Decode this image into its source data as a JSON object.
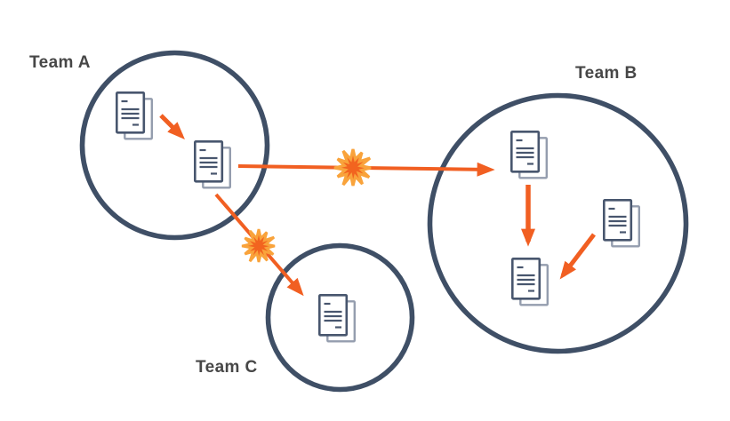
{
  "teams": [
    {
      "label": "Team A",
      "document_count": 2
    },
    {
      "label": "Team B",
      "document_count": 3
    },
    {
      "label": "Team C",
      "document_count": 1
    }
  ],
  "flows": [
    {
      "from": "team-a-document-1",
      "to": "team-a-document-2",
      "conflict": false
    },
    {
      "from": "team-a-document-2",
      "to": "team-b-document-1",
      "conflict": true
    },
    {
      "from": "team-a-document-2",
      "to": "team-c-document-1",
      "conflict": true
    },
    {
      "from": "team-b-document-1",
      "to": "team-b-document-3",
      "conflict": false
    },
    {
      "from": "team-b-document-2",
      "to": "team-b-document-3",
      "conflict": false
    }
  ],
  "conflict_count": 2,
  "icons": {
    "document": "document-stack-icon",
    "conflict": "conflict-burst-icon"
  },
  "colors": {
    "background": "#ffffff",
    "circle_stroke": "#3f4f66",
    "doc_front_stroke": "#48566e",
    "doc_back_stroke": "#949dae",
    "arrow": "#f15f22",
    "burst_fill": "#f2641f",
    "burst_stroke": "#f9a33b",
    "label_text": "#474747"
  }
}
